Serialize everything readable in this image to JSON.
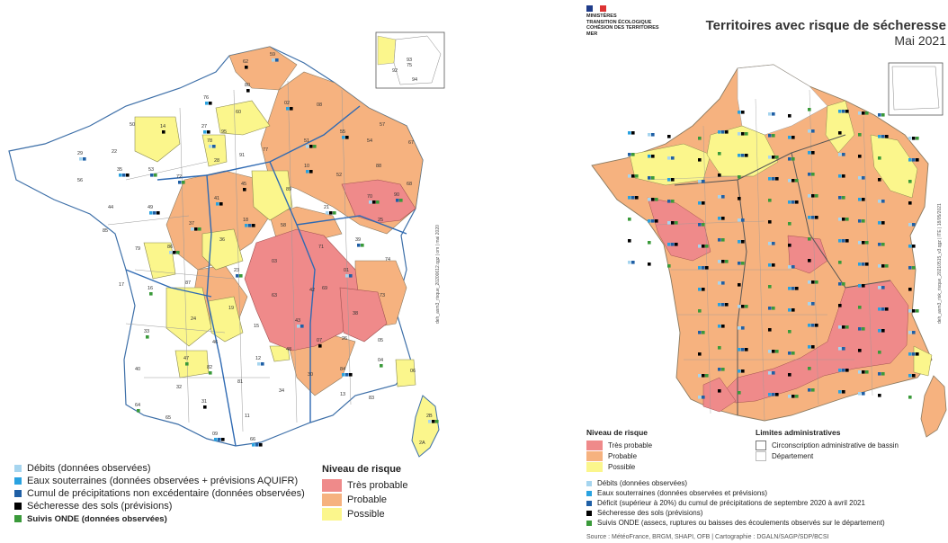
{
  "left": {
    "side_note": "deh_asm3_risque_20200612.qgz | om | mai 2020",
    "dept_labels": [
      "62",
      "59",
      "80",
      "76",
      "60",
      "02",
      "08",
      "55",
      "57",
      "67",
      "14",
      "27",
      "78",
      "95",
      "93",
      "51",
      "54",
      "88",
      "68",
      "50",
      "29",
      "22",
      "35",
      "53",
      "72",
      "28",
      "91",
      "77",
      "10",
      "52",
      "70",
      "90",
      "56",
      "44",
      "49",
      "37",
      "41",
      "45",
      "89",
      "21",
      "25",
      "39",
      "85",
      "86",
      "36",
      "18",
      "58",
      "71",
      "01",
      "74",
      "79",
      "87",
      "03",
      "69",
      "73",
      "17",
      "16",
      "23",
      "63",
      "42",
      "38",
      "24",
      "19",
      "43",
      "07",
      "26",
      "05",
      "33",
      "47",
      "46",
      "15",
      "48",
      "82",
      "12",
      "30",
      "84",
      "04",
      "06",
      "40",
      "32",
      "81",
      "34",
      "13",
      "83",
      "64",
      "65",
      "31",
      "11",
      "09",
      "66",
      "2B",
      "2A",
      "75",
      "92",
      "94"
    ],
    "legend": {
      "items": [
        {
          "label": "Débits (données observées)",
          "color": "#a6d5ef"
        },
        {
          "label": "Eaux souterraines (données observées + prévisions AQUIFR)",
          "color": "#2aa2e0"
        },
        {
          "label": "Cumul de précipitations non excédentaire (données observées)",
          "color": "#1f5fa5"
        },
        {
          "label": "Sécheresse des sols (prévisions)",
          "color": "#000000"
        },
        {
          "label": "Suivis ONDE (données observées)",
          "color": "#3a9a3a"
        }
      ],
      "risk_title": "Niveau de risque",
      "risk": [
        {
          "label": "Très probable",
          "color": "#ef8a8a"
        },
        {
          "label": "Probable",
          "color": "#f6b27f"
        },
        {
          "label": "Possible",
          "color": "#fbf68c"
        }
      ]
    }
  },
  "right": {
    "ministry": [
      "MINISTÈRES",
      "TRANSITION ÉCOLOGIQUE",
      "COHÉSION DES TERRITOIRES",
      "MER"
    ],
    "title": "Territoires avec risque de sécheresse",
    "subtitle": "Mai 2021",
    "side_note": "deh_asm3_risk_risque_20210515_v3.qgz | ITE | 18/05/2021",
    "risk_title": "Niveau de risque",
    "risk": [
      {
        "label": "Très probable",
        "color": "#ef8a8a"
      },
      {
        "label": "Probable",
        "color": "#f6b27f"
      },
      {
        "label": "Possible",
        "color": "#fbf68c"
      }
    ],
    "limits_title": "Limites administratives",
    "limits": [
      {
        "label": "Circonscription administrative de bassin"
      },
      {
        "label": "Département"
      }
    ],
    "legend": [
      {
        "label": "Débits (données observées)",
        "color": "#a6d5ef"
      },
      {
        "label": "Eaux souterraines (données observées et prévisions)",
        "color": "#2aa2e0"
      },
      {
        "label": "Déficit (supérieur à 20%) du cumul de précipitations de septembre 2020 à avril 2021",
        "color": "#1f5fa5"
      },
      {
        "label": "Sécheresse des sols (prévisions)",
        "color": "#000000"
      },
      {
        "label": "Suivis ONDE (assecs, ruptures ou baisses des écoulements observés sur le département)",
        "color": "#3a9a3a"
      }
    ],
    "source": "Source : MétéoFrance, BRGM, SHAPI, OFB | Cartographie : DGALN/SAGP/SDP/BCSI"
  }
}
